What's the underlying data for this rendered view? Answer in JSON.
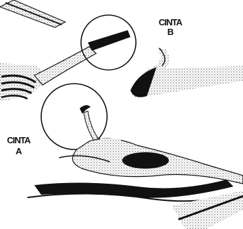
{
  "labels": {
    "tape_b": {
      "word": "CINTA",
      "letter": "B"
    },
    "tape_a": {
      "word": "CINTA",
      "letter": "A"
    }
  },
  "colors": {
    "ink": "#111111",
    "background": "#ffffff",
    "stipple": "#555555"
  }
}
